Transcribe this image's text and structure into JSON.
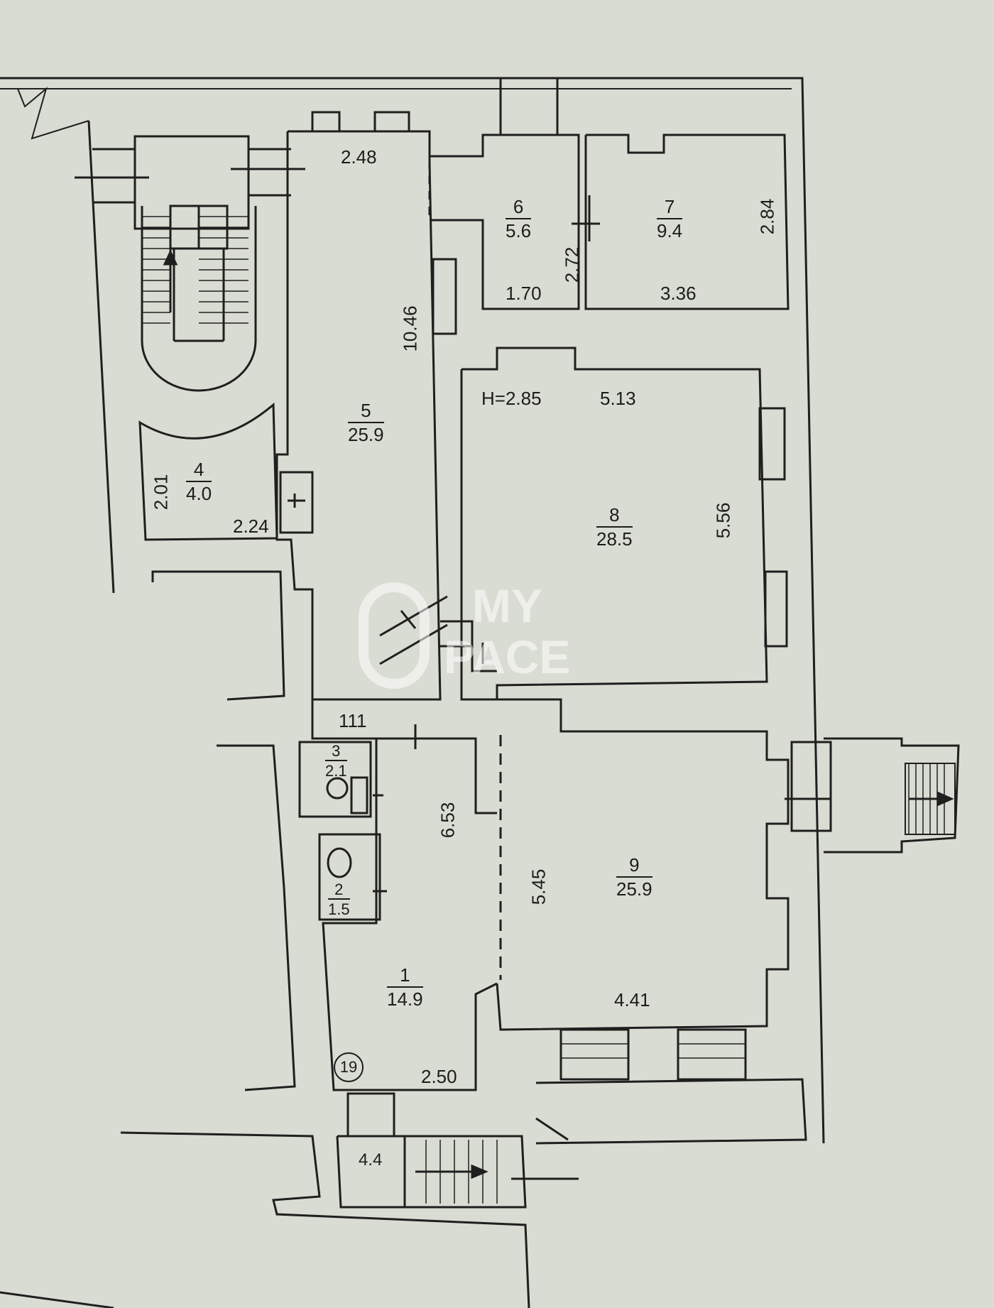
{
  "rooms": [
    {
      "id": "1",
      "number": "1",
      "area": "14.9"
    },
    {
      "id": "2",
      "number": "2",
      "area": "1.5"
    },
    {
      "id": "3",
      "number": "3",
      "area": "2.1"
    },
    {
      "id": "4",
      "number": "4",
      "area": "4.0"
    },
    {
      "id": "5",
      "number": "5",
      "area": "25.9"
    },
    {
      "id": "6",
      "number": "6",
      "area": "5.6"
    },
    {
      "id": "7",
      "number": "7",
      "area": "9.4"
    },
    {
      "id": "8",
      "number": "8",
      "area": "28.5"
    },
    {
      "id": "9",
      "number": "9",
      "area": "25.9"
    }
  ],
  "dimensions": {
    "room5_width": "2.48",
    "room5_length": "10.46",
    "room6_width": "1.70",
    "room6_length": "2.72",
    "room7_width": "3.36",
    "room7_length": "2.84",
    "room4_height": "2.01",
    "room4_width": "2.24",
    "room8_ceiling": "H=2.85",
    "room8_width": "5.13",
    "room8_length": "5.56",
    "room1_length": "6.53",
    "room1_width": "2.50",
    "room9_length": "5.45",
    "room9_width": "4.41"
  },
  "corridor_label": "111",
  "unit_number": "19",
  "entrance_area": "4.4",
  "watermark": {
    "line1": "MY",
    "line2": "PACE",
    "color": "#ffffff"
  }
}
